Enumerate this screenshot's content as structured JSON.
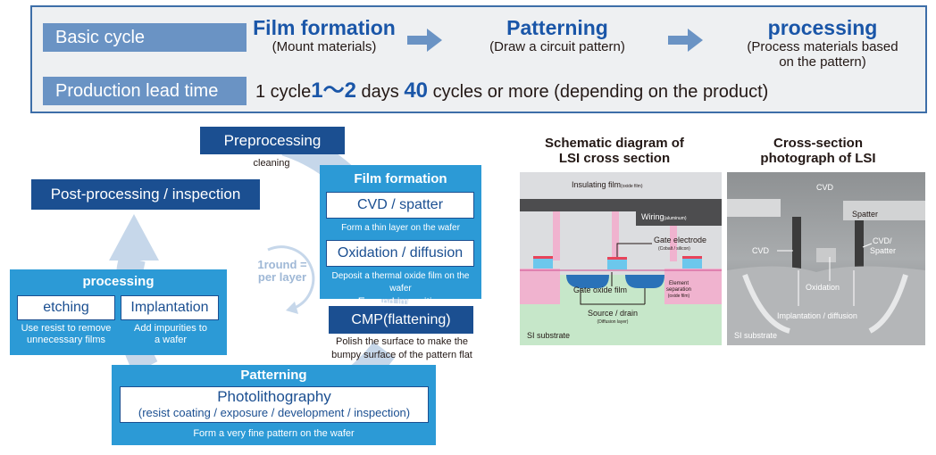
{
  "summary": {
    "basic_cycle_label": "Basic cycle",
    "production_label": "Production lead time",
    "steps": [
      {
        "title": "Film formation",
        "sub": "(Mount materials)"
      },
      {
        "title": "Patterning",
        "sub": "(Draw a circuit pattern)"
      },
      {
        "title": "processing",
        "sub1": "(Process materials based",
        "sub2": "on the pattern)"
      }
    ],
    "lead": {
      "p1": "1 cycle",
      "v1": "1～2",
      "p2": " days ",
      "v2": "40",
      "p3": " cycles or more (depending on the product)"
    }
  },
  "cycle": {
    "preprocessing": "Preprocessing",
    "cleaning": "cleaning",
    "post": "Post-processing / inspection",
    "film": {
      "header": "Film formation",
      "cvd": "CVD / spatter",
      "cvd_desc": "Form a thin layer on the wafer",
      "ox": "Oxidation / diffusion",
      "ox_desc1": "Deposit a thermal oxide film on the wafer",
      "ox_desc2": "Expand impurities"
    },
    "cmp": "CMP(flattening)",
    "cmp_desc1": "Polish the surface to make the",
    "cmp_desc2": "bumpy surface of the pattern flat",
    "processing": {
      "header": "processing",
      "etching": "etching",
      "etching_desc1": "Use resist to remove",
      "etching_desc2": "unnecessary films",
      "implantation": "Implantation",
      "implantation_desc1": "Add impurities to",
      "implantation_desc2": "a wafer"
    },
    "patterning": {
      "header": "Patterning",
      "photo": "Photolithography",
      "photo_sub": "(resist coating / exposure / development / inspection)",
      "desc": "Form a very fine pattern on the wafer"
    },
    "round1": "1round =",
    "round2": "per layer"
  },
  "schematic": {
    "title1": "Schematic diagram of",
    "title2": "LSI cross section",
    "insulating": "Insulating film",
    "insulating_sub": "(oxide film)",
    "wiring": "Wiring",
    "wiring_sub": "(aluminum)",
    "gate": "Gate electrode",
    "gate_sub": "(Cobalt / silicon)",
    "gate_oxide": "Gate oxide film",
    "element1": "Element",
    "element2": "separation",
    "element3": "(oxide film)",
    "source": "Source / drain",
    "source_sub": "(Diffusion layer)",
    "substrate": "SI substrate"
  },
  "photo": {
    "title1": "Cross-section",
    "title2": "photograph of LSI",
    "cvd_top": "CVD",
    "spatter": "Spatter",
    "cvd": "CVD",
    "cvd_spatter1": "CVD/",
    "cvd_spatter2": "Spatter",
    "oxidation": "Oxidation",
    "implantation": "Implantation / diffusion",
    "substrate": "SI substrate"
  },
  "colors": {
    "dark_blue": "#1b4f91",
    "light_blue": "#2c9ad6",
    "label_blue": "#6a93c4",
    "accent_text": "#1a56a8"
  }
}
